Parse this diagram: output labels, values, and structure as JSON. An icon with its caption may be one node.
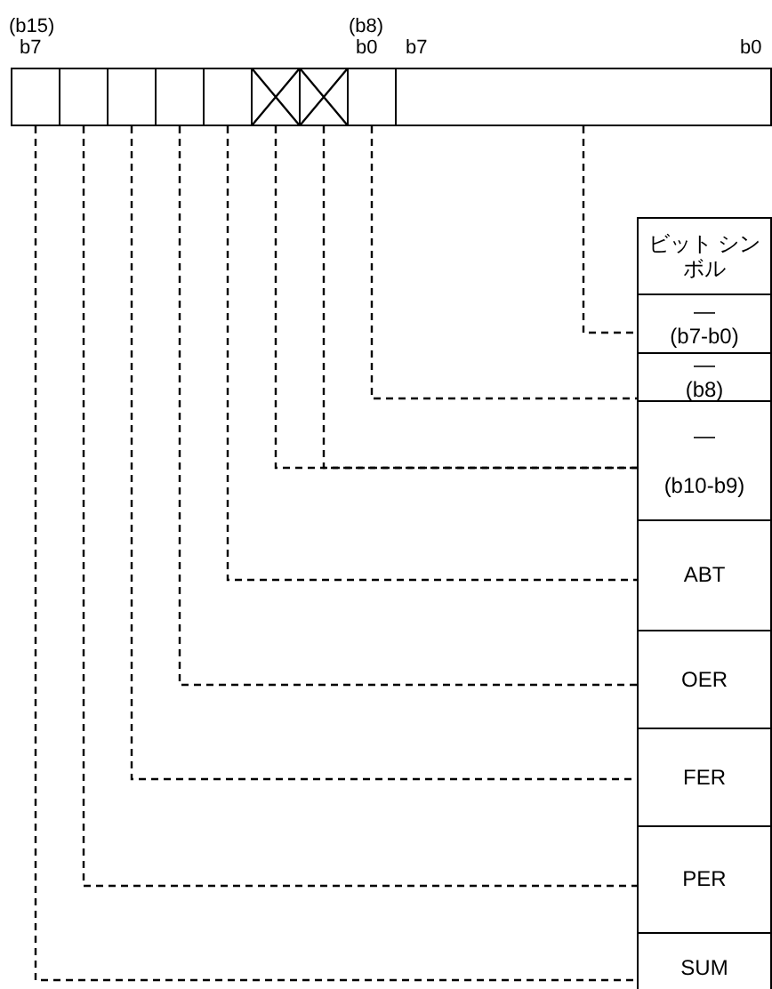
{
  "diagram": {
    "nodes": [
      {
        "text": [],
        "shape": "box"
      },
      {
        "text": [],
        "shape": "box"
      },
      {
        "text": [],
        "shape": "box"
      },
      {
        "text": [],
        "shape": "box"
      },
      {
        "text": [],
        "shape": "box"
      },
      {
        "text": [],
        "shape": "cross"
      },
      {
        "text": [],
        "shape": "cross"
      },
      {
        "text": [],
        "shape": "box"
      },
      {
        "text": [],
        "shape": "bar"
      },
      {
        "text": [
          "ビット シンボル"
        ]
      },
      {
        "text": [
          "—",
          "(b7-b0)"
        ]
      },
      {
        "text": [
          "—",
          "(b8)"
        ]
      },
      {
        "text": [
          "—",
          "(b10-b9)"
        ]
      },
      {
        "text": [
          "ABT"
        ]
      },
      {
        "text": [
          "OER"
        ]
      },
      {
        "text": [
          "FER"
        ]
      },
      {
        "text": [
          "PER"
        ]
      },
      {
        "text": [
          "SUM"
        ]
      }
    ],
    "edges": [
      {
        "from": 8,
        "to": 10,
        "arrow": "none",
        "style": "dashed"
      },
      {
        "from": 7,
        "to": 11,
        "arrow": "none",
        "style": "dashed"
      },
      {
        "from": 6,
        "to": 12,
        "arrow": "none",
        "style": "dashed"
      },
      {
        "from": 5,
        "to": 12,
        "arrow": "none",
        "style": "dashed"
      },
      {
        "from": 4,
        "to": 13,
        "arrow": "none",
        "style": "dashed"
      },
      {
        "from": 3,
        "to": 14,
        "arrow": "none",
        "style": "dashed"
      },
      {
        "from": 2,
        "to": 15,
        "arrow": "none",
        "style": "dashed"
      },
      {
        "from": 1,
        "to": 16,
        "arrow": "none",
        "style": "dashed"
      },
      {
        "from": 0,
        "to": 17,
        "arrow": "none",
        "style": "dashed"
      }
    ],
    "labels": [
      "(b15)",
      "b7",
      "(b8)",
      "b0",
      "b7",
      "b0"
    ]
  }
}
